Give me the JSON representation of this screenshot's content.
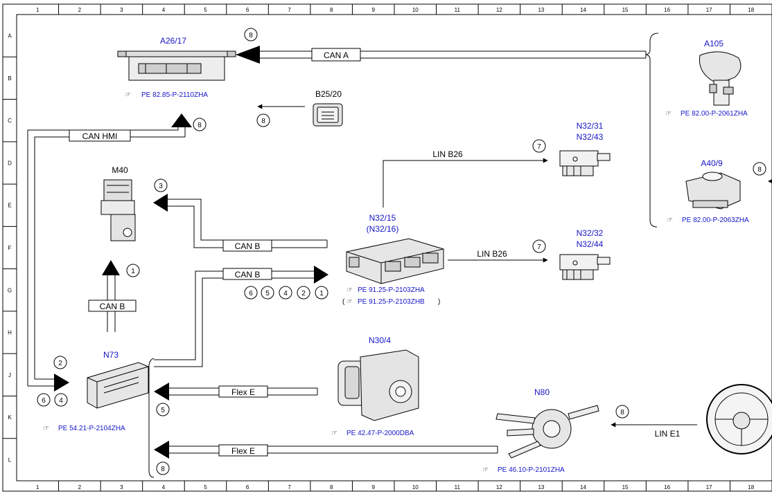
{
  "grid": {
    "columns": [
      "1",
      "2",
      "3",
      "4",
      "5",
      "6",
      "7",
      "8",
      "9",
      "10",
      "11",
      "12",
      "13",
      "14",
      "15",
      "16",
      "17",
      "18"
    ],
    "rows": [
      "A",
      "B",
      "C",
      "D",
      "E",
      "F",
      "G",
      "H",
      "J",
      "K",
      "L"
    ]
  },
  "components": {
    "a26_17": {
      "label": "A26/17",
      "ref": "PE 82.85-P-2110ZHA"
    },
    "b25_20": {
      "label": "B25/20"
    },
    "m40": {
      "label": "M40"
    },
    "n32_15": {
      "label1": "N32/15",
      "label2": "(N32/16)",
      "ref1": "PE 91.25-P-2103ZHA",
      "ref2": "PE 91.25-P-2103ZHB"
    },
    "n32_31": {
      "label1": "N32/31",
      "label2": "N32/43"
    },
    "n32_32": {
      "label1": "N32/32",
      "label2": "N32/44"
    },
    "a105": {
      "label": "A105",
      "ref": "PE 82.00-P-2061ZHA"
    },
    "a40_9": {
      "label": "A40/9",
      "ref": "PE 82.00-P-2063ZHA"
    },
    "n73": {
      "label": "N73",
      "ref": "PE 54.21-P-2104ZHA"
    },
    "n30_4": {
      "label": "N30/4",
      "ref": "PE 42.47-P-2000DBA"
    },
    "n80": {
      "label": "N80",
      "ref": "PE 46.10-P-2101ZHA"
    }
  },
  "buses": {
    "can_a": "CAN A",
    "can_hmi": "CAN HMI",
    "can_b1": "CAN B",
    "can_b2": "CAN B",
    "can_b3": "CAN B",
    "lin_b26_top": "LIN B26",
    "lin_b26_bot": "LIN B26",
    "flex_e1": "Flex E",
    "flex_e2": "Flex E",
    "lin_e1": "LIN E1"
  },
  "markers": {
    "m_a26": "8",
    "m_b25": "8",
    "m_hmi": "8",
    "m_m40": "3",
    "m_canb_up": "1",
    "m_n32_31": "7",
    "m_n32_32": "7",
    "m_g6": "6",
    "m_g5": "5",
    "m_g4": "4",
    "m_g2": "2",
    "m_g1": "1",
    "m_n73_2": "2",
    "m_n73_6": "6",
    "m_n73_4": "4",
    "m_flex1": "5",
    "m_flex2": "8",
    "m_lin_e1": "8",
    "m_a40": "8"
  }
}
